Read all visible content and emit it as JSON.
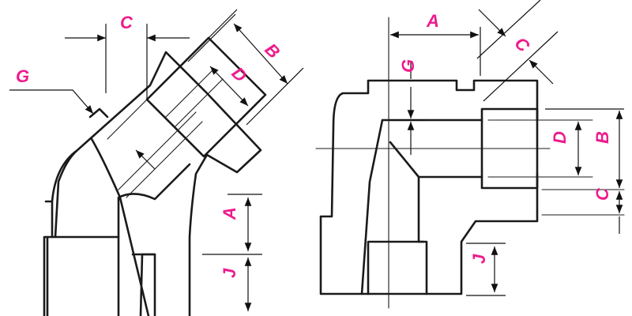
{
  "labels": {
    "left": {
      "c": "C",
      "b": "B",
      "d": "D",
      "g": "G",
      "a": "A",
      "j": "J"
    },
    "right": {
      "a": "A",
      "c": "C",
      "g": "G",
      "d": "D",
      "b": "B",
      "c2": "C",
      "j": "J"
    }
  },
  "colors": {
    "label": "#ee1a8c",
    "line": "#1a1a1a",
    "background": "#ffffff"
  }
}
